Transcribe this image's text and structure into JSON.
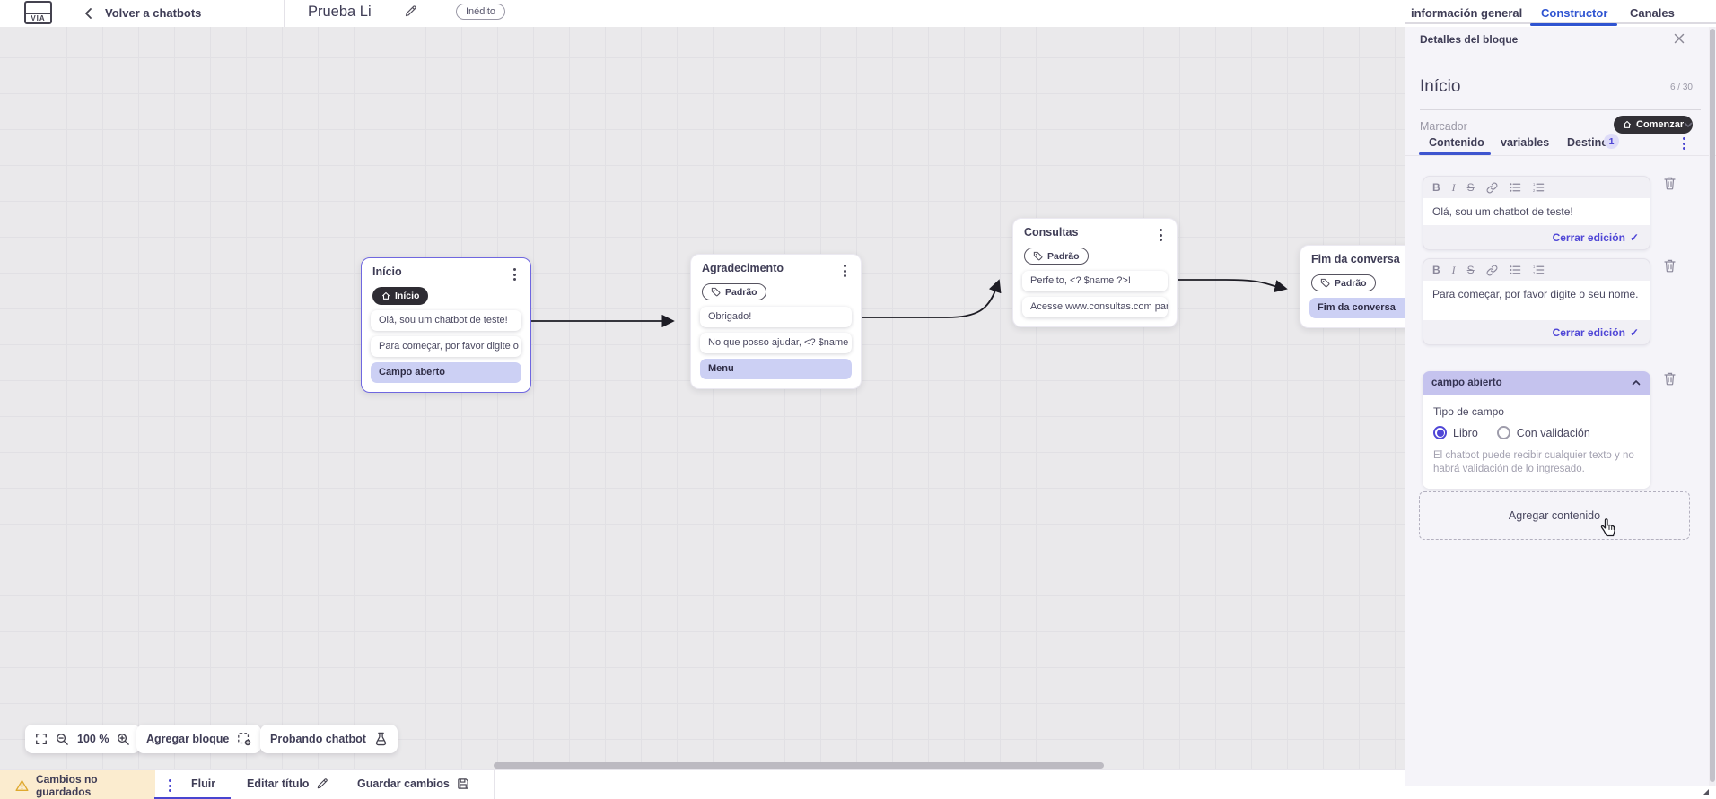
{
  "topbar": {
    "logo_text": "VIA",
    "back_label": "Volver a chatbots",
    "title": "Prueba Li",
    "status_badge": "Inédito",
    "tabs": {
      "general": "información general",
      "builder": "Constructor",
      "channels": "Canales"
    }
  },
  "canvas": {
    "zoom_level": "100 %",
    "add_block_label": "Agregar bloque",
    "test_chatbot_label": "Probando chatbot",
    "nodes": [
      {
        "title": "Início",
        "pill": "Início",
        "rows": [
          {
            "text": "Olá, sou um chatbot de teste!"
          },
          {
            "text": "Para começar, por favor digite o ..."
          },
          {
            "text": "Campo aberto"
          }
        ]
      },
      {
        "title": "Agradecimento",
        "pill": "Padrão",
        "rows": [
          {
            "text": "Obrigado!"
          },
          {
            "text": "No que posso ajudar, <? $name ..."
          },
          {
            "text": "Menu"
          }
        ]
      },
      {
        "title": "Consultas",
        "pill": "Padrão",
        "rows": [
          {
            "text": "Perfeito, <? $name ?>!"
          },
          {
            "text": "Acesse www.consultas.com par..."
          }
        ]
      },
      {
        "title": "Fim da conversa",
        "pill": "Padrão",
        "rows": [
          {
            "text": "Fim da conversa"
          }
        ]
      }
    ]
  },
  "panel": {
    "header": "Detalles del bloque",
    "block_name": "Início",
    "char_count": "6 / 30",
    "marker_label": "Marcador",
    "marker_value": "Comenzar",
    "tabs": {
      "content": "Contenido",
      "variables": "variables",
      "target": "Destino",
      "target_badge": "1"
    },
    "editors": [
      {
        "text": "Olá, sou um chatbot de teste!",
        "close_label": "Cerrar edición",
        "check": "✓"
      },
      {
        "text": "Para começar, por favor digite o seu nome.",
        "close_label": "Cerrar edición",
        "check": "✓"
      }
    ],
    "open_field": {
      "header": "campo abierto",
      "type_label": "Tipo de campo",
      "option_free": "Libro",
      "option_validated": "Con validación",
      "description": "El chatbot puede recibir cualquier texto y no habrá validación de lo ingresado."
    },
    "add_content_label": "Agregar contenido"
  },
  "bottombar": {
    "unsaved_label": "Cambios no guardados",
    "flow_tab": "Fluir",
    "edit_title_label": "Editar título",
    "save_label": "Guardar cambios"
  },
  "colors": {
    "accent": "#4f46d6",
    "tab_active": "#2f54d1",
    "selected_node_border": "#6f67e0",
    "purple_row_bg": "#ccd0f4",
    "dark_pill_bg": "#2e2c33",
    "warning_bg": "#fbeccf"
  }
}
